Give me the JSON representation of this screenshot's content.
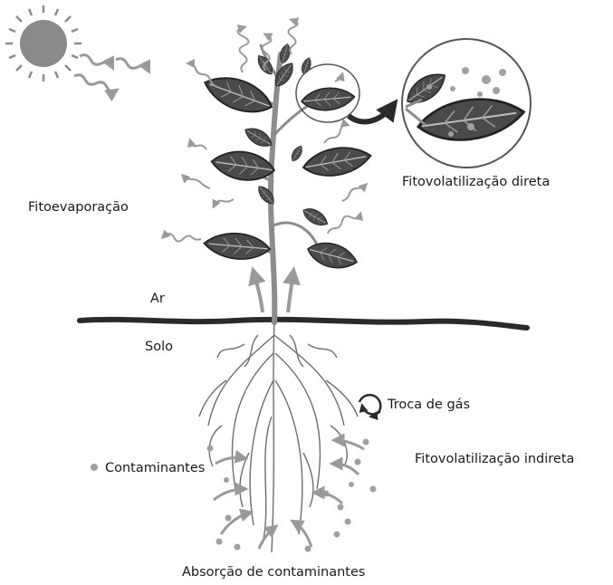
{
  "labels": {
    "phytoevaporation": "Fitoevaporação",
    "direct_phytovolatilization": "Fitovolatilização direta",
    "air": "Ar",
    "soil": "Solo",
    "gas_exchange": "Troca de gás",
    "contaminants": "Contaminantes",
    "indirect_phytovolatilization": "Fitovolatilização indireta",
    "contaminant_absorption": "Absorção de contaminantes"
  },
  "colors": {
    "leaf": "#4a4a4a",
    "leaf_vein": "#bdbdbd",
    "stem": "#8c8c8c",
    "ground": "#2a2a2a",
    "root": "#6e6e6e",
    "arrow": "#9a9a9a",
    "sun": "#8a8a8a",
    "contaminant_dot": "#a0a0a0"
  }
}
